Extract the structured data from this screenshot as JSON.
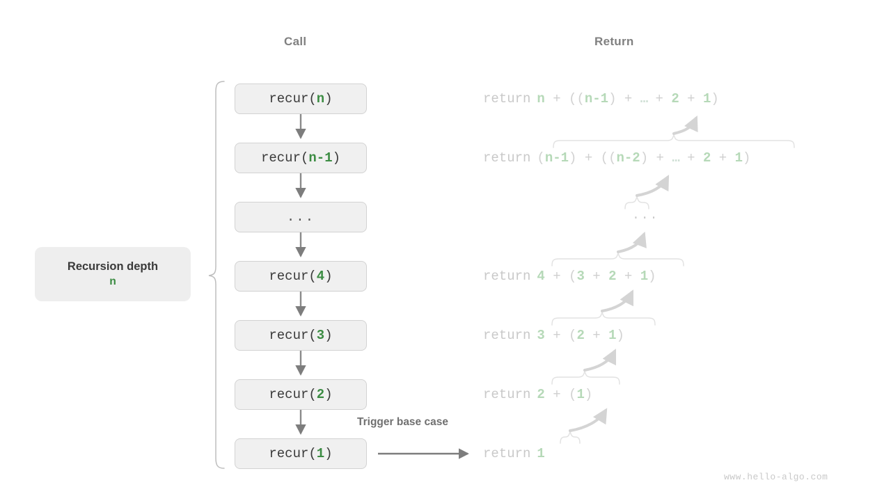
{
  "headers": {
    "call": "Call",
    "return": "Return"
  },
  "depth_label": {
    "title": "Recursion depth",
    "value": "n"
  },
  "trigger": {
    "label": "Trigger base case"
  },
  "watermark": {
    "text": "www.hello-algo.com"
  },
  "colors": {
    "green": "#3c8c43",
    "green_faded": "#b6d9b8",
    "box_fill": "#f0f0f0",
    "box_border": "#d2d2d2",
    "text_gray": "#3a3a3a",
    "muted_gray": "#808080",
    "faded_gray": "#c9c9c9",
    "arrow_gray": "#7d7d7d"
  },
  "call_stack": [
    {
      "prefix": "recur(",
      "arg": "n",
      "suffix": ")",
      "is_dots": false
    },
    {
      "prefix": "recur(",
      "arg": "n-1",
      "suffix": ")",
      "is_dots": false
    },
    {
      "prefix": "",
      "arg": "...",
      "suffix": "",
      "is_dots": true
    },
    {
      "prefix": "recur(",
      "arg": "4",
      "suffix": ")",
      "is_dots": false
    },
    {
      "prefix": "recur(",
      "arg": "3",
      "suffix": ")",
      "is_dots": false
    },
    {
      "prefix": "recur(",
      "arg": "2",
      "suffix": ")",
      "is_dots": false
    },
    {
      "prefix": "recur(",
      "arg": "1",
      "suffix": ")",
      "is_dots": false
    }
  ],
  "returns": [
    {
      "keyword": "return",
      "expr": "n + ((n-1) + … + 2 + 1)",
      "is_dots": false
    },
    {
      "keyword": "return",
      "expr": "(n-1) + ((n-2) + … + 2 + 1)",
      "is_dots": false
    },
    {
      "keyword": "",
      "expr": "...",
      "is_dots": true
    },
    {
      "keyword": "return",
      "expr": "4 + (3 + 2 + 1)",
      "is_dots": false
    },
    {
      "keyword": "return",
      "expr": "3 + (2 + 1)",
      "is_dots": false
    },
    {
      "keyword": "return",
      "expr": "2 + (1)",
      "is_dots": false
    },
    {
      "keyword": "return",
      "expr": "1",
      "is_dots": false
    }
  ]
}
